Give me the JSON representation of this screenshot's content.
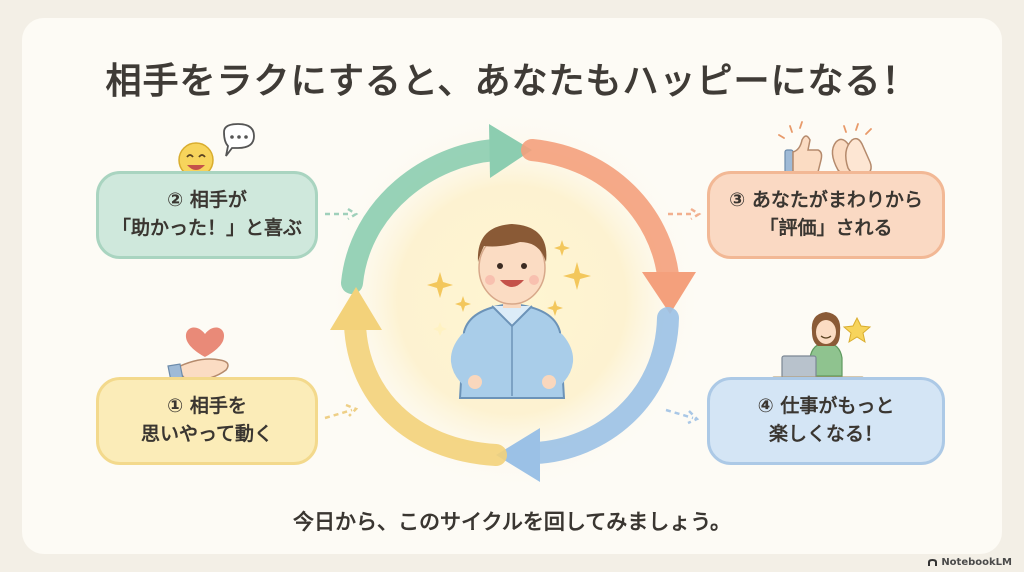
{
  "title": "相手をラクにすると、あなたもハッピーになる！",
  "steps": [
    {
      "line1": "① 相手を",
      "line2": "思いやって動く"
    },
    {
      "line1": "② 相手が",
      "line2": "「助かった！」と喜ぶ"
    },
    {
      "line1": "③ あなたがまわりから",
      "line2": "「評価」される"
    },
    {
      "line1": "④ 仕事がもっと",
      "line2": "楽しくなる！"
    }
  ],
  "footer": "今日から、このサイクルを回してみましょう。",
  "brand": "NotebookLM",
  "colors": {
    "step1": "#fbecb8",
    "step2": "#cfe8dc",
    "step3": "#fad9c3",
    "step4": "#d4e5f5",
    "arrow_green": "#8ccdb0",
    "arrow_orange": "#f4a07c",
    "arrow_blue": "#9bc1e6",
    "arrow_yellow": "#f3d27a"
  }
}
